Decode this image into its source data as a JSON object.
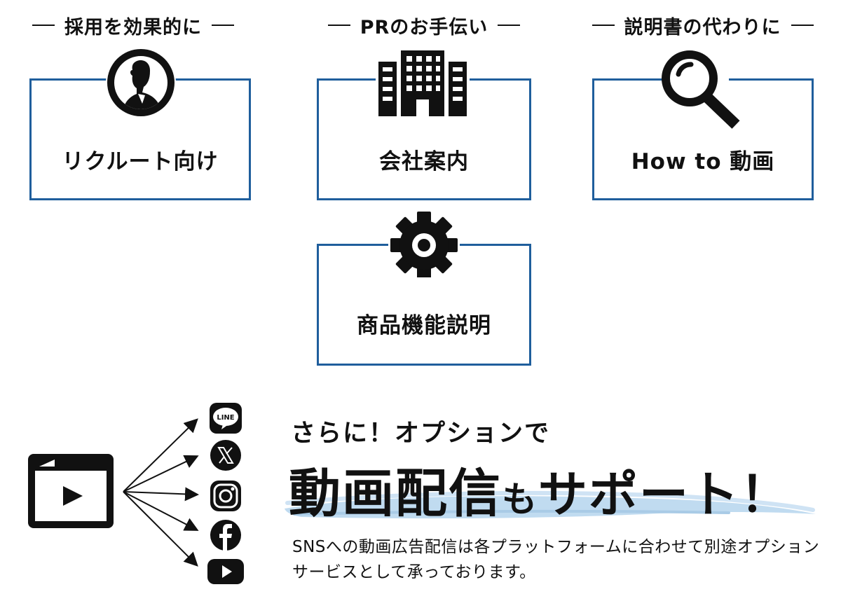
{
  "headings": [
    "採用を効果的に",
    "PRのお手伝い",
    "説明書の代わりに"
  ],
  "cards": [
    {
      "label": "リクルート向け",
      "icon": "person-portrait-icon"
    },
    {
      "label": "会社案内",
      "icon": "office-building-icon"
    },
    {
      "label": "How to 動画",
      "icon": "magnifier-icon"
    },
    {
      "label": "商品機能説明",
      "icon": "gear-icon"
    }
  ],
  "sns": {
    "source_icon": "video-player-icon",
    "platforms": [
      {
        "name": "LINE",
        "icon": "line-icon",
        "text": "LINE"
      },
      {
        "name": "X",
        "icon": "x-icon",
        "text": "𝕏"
      },
      {
        "name": "Instagram",
        "icon": "instagram-icon"
      },
      {
        "name": "Facebook",
        "icon": "facebook-icon",
        "text": "f"
      },
      {
        "name": "YouTube",
        "icon": "youtube-icon"
      }
    ]
  },
  "headline": {
    "sub": "さらに！オプションで",
    "main_part1": "動画配信",
    "main_part2": "も",
    "main_part3": "サポート！"
  },
  "description": "SNSへの動画広告配信は各プラットフォームに合わせて別途オプションサービスとして承っております。",
  "colors": {
    "card_border": "#1f5e9c",
    "brush_stroke": "#b9d7ee",
    "text": "#111111"
  }
}
